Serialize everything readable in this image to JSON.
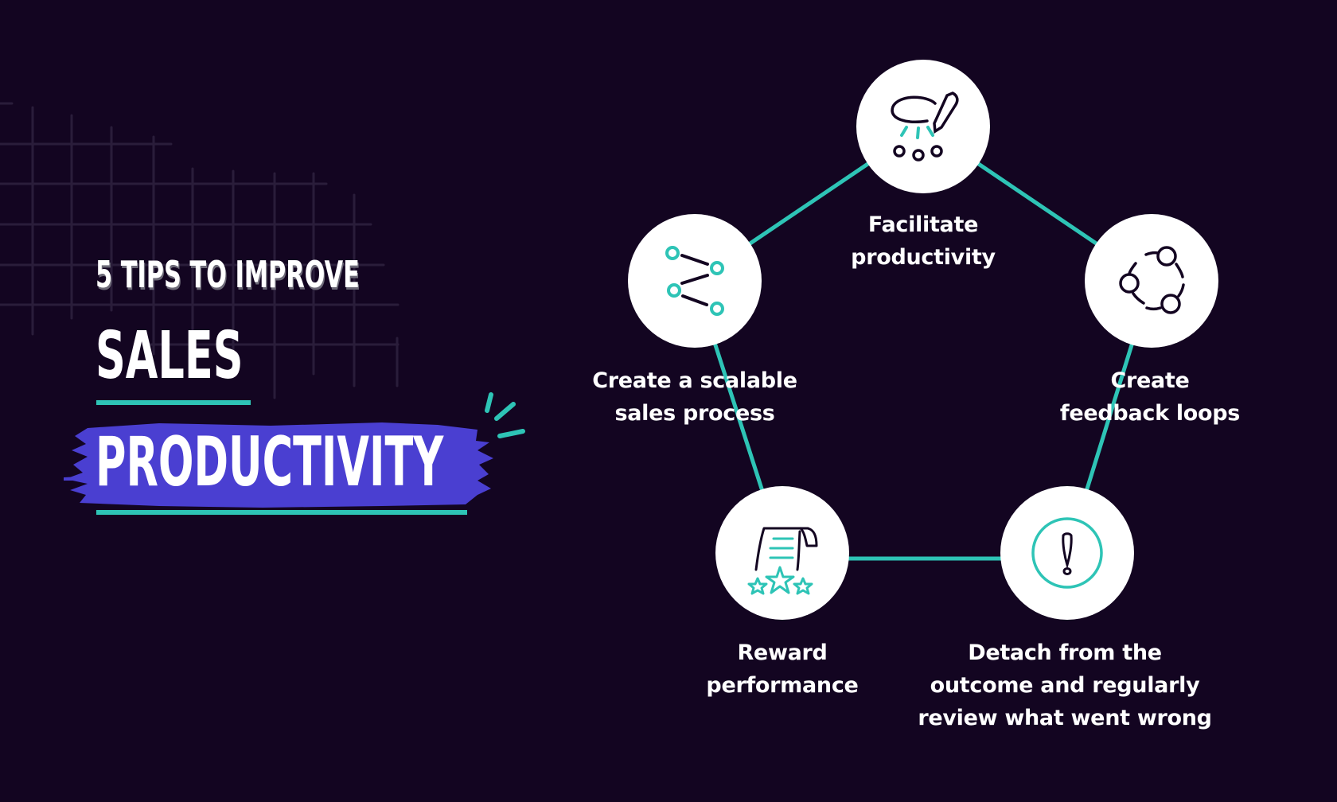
{
  "title": {
    "kicker": "5 TIPS TO IMPROVE",
    "line1": "SALES",
    "line2": "PRODUCTIVITY"
  },
  "colors": {
    "background": "#130521",
    "accent_teal": "#2ec4b6",
    "brush_purple": "#4a3fd1",
    "text": "#ffffff",
    "grid": "#2a1d3a"
  },
  "tips": [
    {
      "id": "facilitate",
      "icon": "brainstorm-pencil-icon",
      "lines": [
        "Facilitate",
        "productivity"
      ]
    },
    {
      "id": "feedback",
      "icon": "cycle-loop-icon",
      "lines": [
        "Create",
        "feedback loops"
      ]
    },
    {
      "id": "detach",
      "icon": "exclamation-circle-icon",
      "lines": [
        "Detach from the",
        "outcome and regularly",
        "review what went wrong"
      ]
    },
    {
      "id": "reward",
      "icon": "receipt-stars-icon",
      "lines": [
        "Reward",
        "performance"
      ]
    },
    {
      "id": "scalable",
      "icon": "process-nodes-icon",
      "lines": [
        "Create a scalable",
        "sales process"
      ]
    }
  ]
}
